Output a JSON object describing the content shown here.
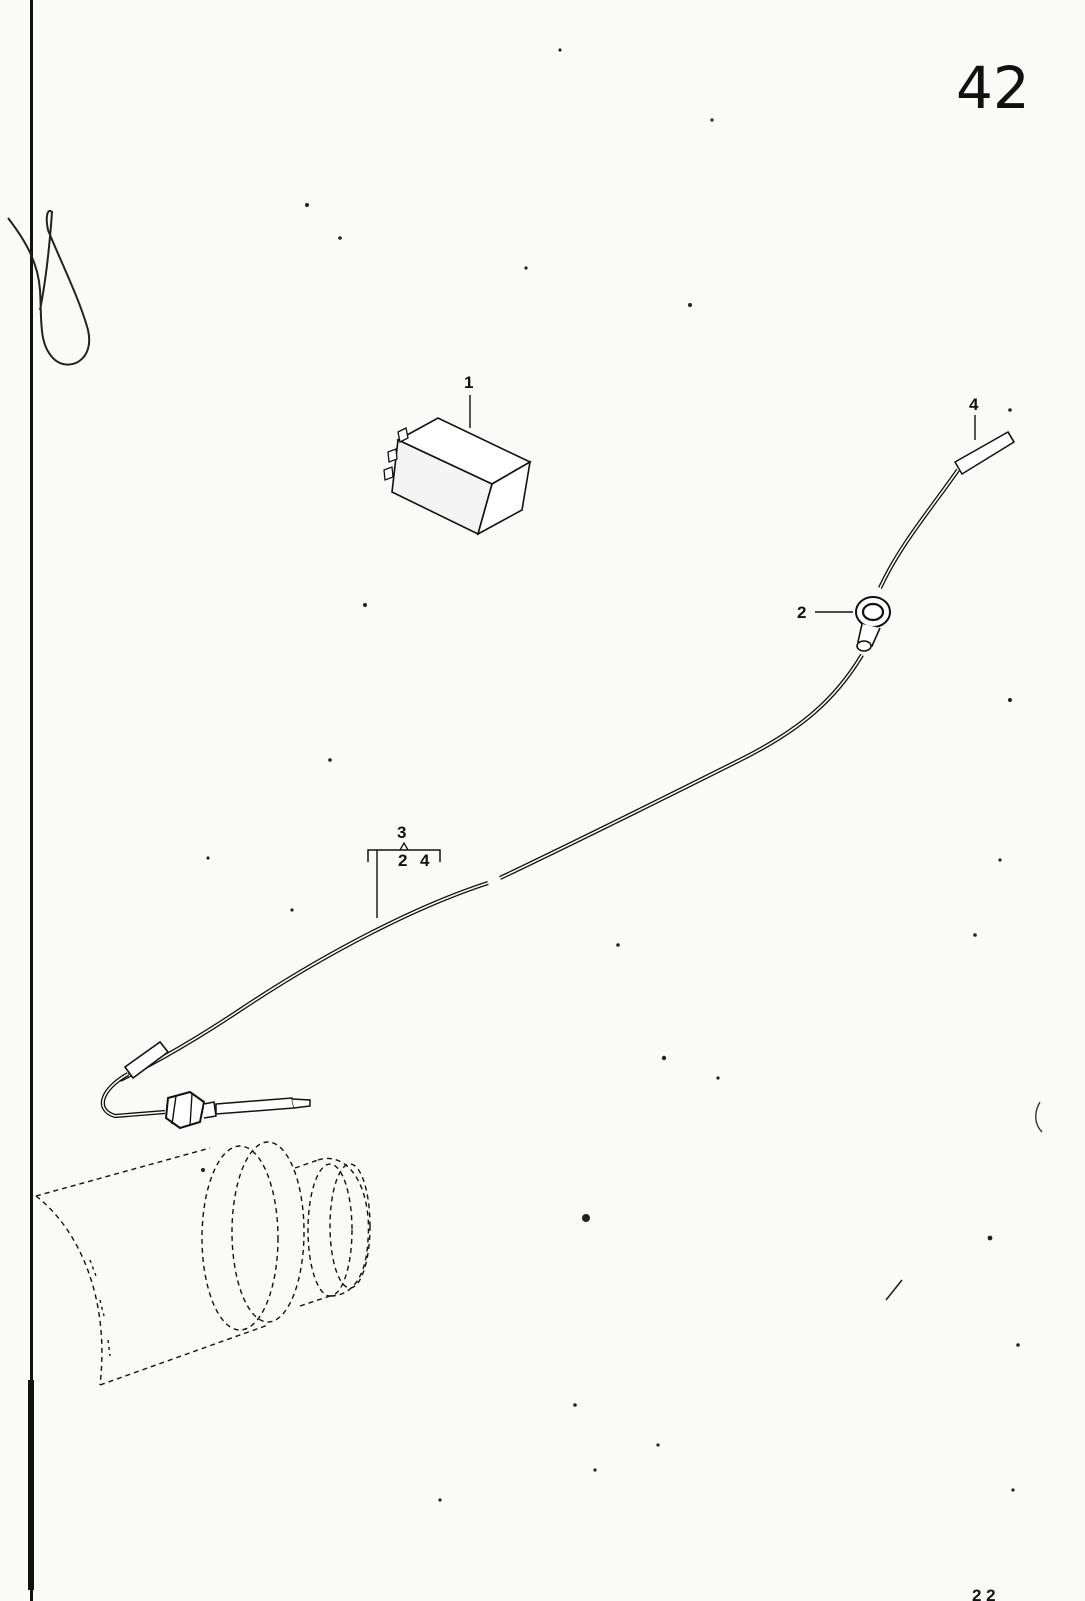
{
  "page": {
    "number": "42",
    "bottom_mark": "2 2"
  },
  "callouts": {
    "relay": "1",
    "grommet": "2",
    "sensor_assembly": "3",
    "sensor_includes_a": "2",
    "sensor_includes_b": "4",
    "connector": "4"
  },
  "colors": {
    "ink": "#111111",
    "paper": "#fafaf8"
  }
}
